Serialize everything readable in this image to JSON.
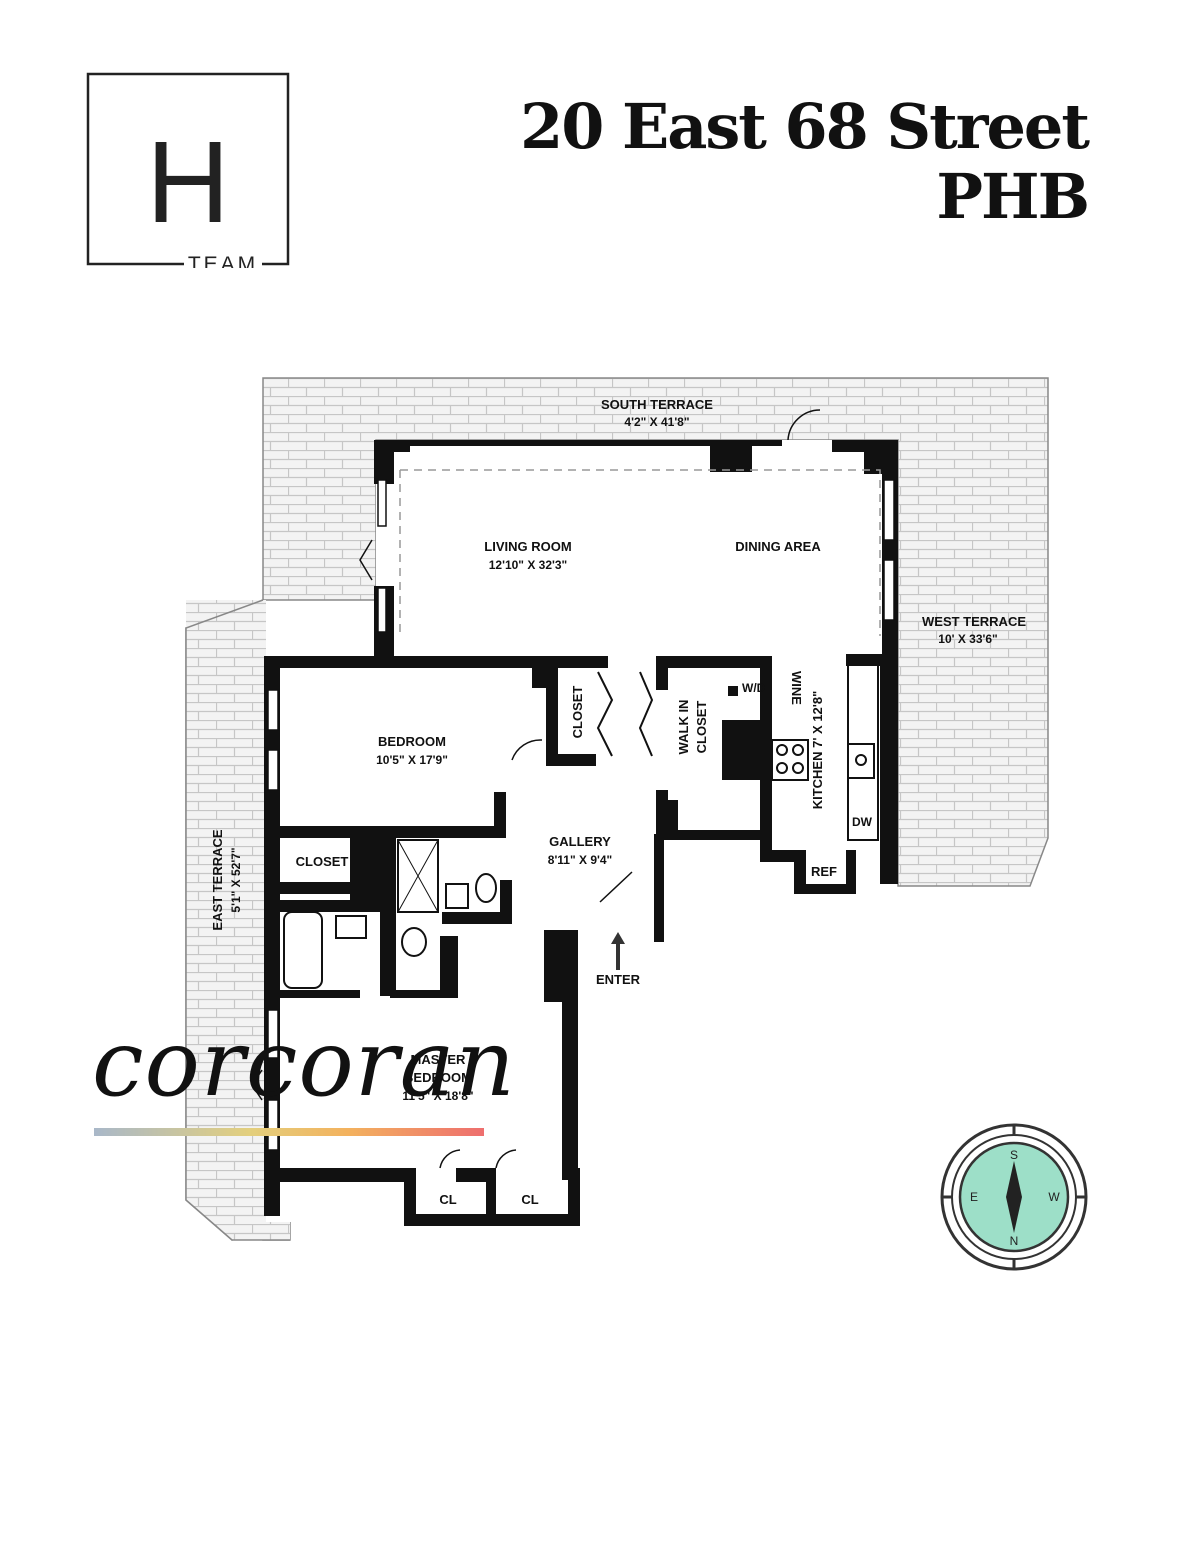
{
  "logo": {
    "letter": "H",
    "word": "TEAM"
  },
  "header": {
    "address": "20 East 68 Street",
    "unit": "PHB"
  },
  "rooms": {
    "south_terrace": {
      "name": "SOUTH TERRACE",
      "size": "4'2\" X 41'8\""
    },
    "west_terrace": {
      "name": "WEST TERRACE",
      "size": "10' X 33'6\""
    },
    "east_terrace": {
      "name": "EAST TERRACE",
      "size": "5'1\" X 52'7\""
    },
    "living_room": {
      "name": "LIVING ROOM",
      "size": "12'10\" X 32'3\""
    },
    "dining_area": {
      "name": "DINING AREA"
    },
    "bedroom": {
      "name": "BEDROOM",
      "size": "10'5\" X 17'9\""
    },
    "closet_a": "CLOSET",
    "closet_b": "CLOSET",
    "walk_in": {
      "line1": "WALK IN",
      "line2": "CLOSET"
    },
    "wd": "W/D",
    "wine": "WINE",
    "kitchen": "KITCHEN 7' X 12'8\"",
    "dw": "DW",
    "ref": "REF",
    "gallery": {
      "name": "GALLERY",
      "size": "8'11\" X 9'4\""
    },
    "enter": "ENTER",
    "master": {
      "line1": "MASTER",
      "line2": "BEDROOM",
      "size": "11'5\" X 18'8\""
    },
    "cl1": "CL",
    "cl2": "CL"
  },
  "compass": {
    "s": "S",
    "e": "E",
    "w": "W",
    "n": "N"
  },
  "brand": {
    "name": "corcoran"
  },
  "colors": {
    "terrace": "#f2f2f2",
    "brick": "#c9c9c9",
    "wall": "#111111",
    "compass_fill": "#9ddfc8",
    "compass_ring": "#333333"
  }
}
